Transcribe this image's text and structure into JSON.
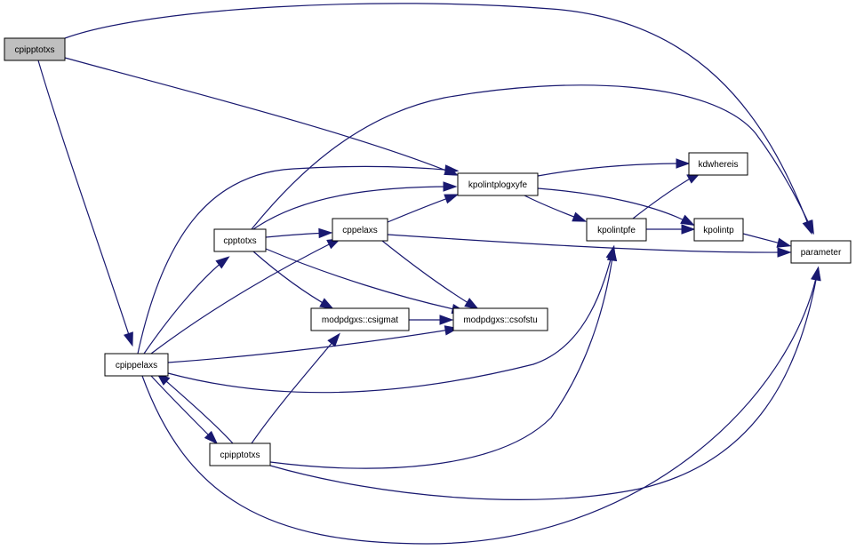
{
  "nodes": [
    {
      "id": "cpipptotxs_root",
      "label": "cpipptotxs",
      "root": true
    },
    {
      "id": "cpippelaxs",
      "label": "cpippelaxs"
    },
    {
      "id": "cpptotxs",
      "label": "cpptotxs"
    },
    {
      "id": "cppelaxs",
      "label": "cppelaxs"
    },
    {
      "id": "modpdgxs_csigmat",
      "label": "modpdgxs::csigmat"
    },
    {
      "id": "modpdgxs_csofstu",
      "label": "modpdgxs::csofstu"
    },
    {
      "id": "cpipptotxs",
      "label": "cpipptotxs"
    },
    {
      "id": "kpolintplogxyfe",
      "label": "kpolintplogxyfe"
    },
    {
      "id": "kpolintpfe",
      "label": "kpolintpfe"
    },
    {
      "id": "kdwhereis",
      "label": "kdwhereis"
    },
    {
      "id": "kpolintp",
      "label": "kpolintp"
    },
    {
      "id": "parameter",
      "label": "parameter"
    }
  ],
  "edges": [
    {
      "from": "cpipptotxs_root",
      "to": "parameter"
    },
    {
      "from": "cpipptotxs_root",
      "to": "kpolintplogxyfe"
    },
    {
      "from": "cpipptotxs_root",
      "to": "cpippelaxs"
    },
    {
      "from": "cpippelaxs",
      "to": "cpptotxs"
    },
    {
      "from": "cpippelaxs",
      "to": "cppelaxs"
    },
    {
      "from": "cpippelaxs",
      "to": "kpolintplogxyfe"
    },
    {
      "from": "cpippelaxs",
      "to": "modpdgxs_csofstu"
    },
    {
      "from": "cpippelaxs",
      "to": "kpolintpfe"
    },
    {
      "from": "cpippelaxs",
      "to": "cpipptotxs"
    },
    {
      "from": "cpippelaxs",
      "to": "parameter"
    },
    {
      "from": "cpipptotxs",
      "to": "cpippelaxs"
    },
    {
      "from": "cpipptotxs",
      "to": "modpdgxs_csigmat"
    },
    {
      "from": "cpipptotxs",
      "to": "kpolintpfe"
    },
    {
      "from": "cpipptotxs",
      "to": "parameter"
    },
    {
      "from": "cpptotxs",
      "to": "cppelaxs"
    },
    {
      "from": "cpptotxs",
      "to": "kpolintplogxyfe"
    },
    {
      "from": "cpptotxs",
      "to": "modpdgxs_csigmat"
    },
    {
      "from": "cpptotxs",
      "to": "modpdgxs_csofstu"
    },
    {
      "from": "cpptotxs",
      "to": "parameter"
    },
    {
      "from": "cppelaxs",
      "to": "kpolintplogxyfe"
    },
    {
      "from": "cppelaxs",
      "to": "modpdgxs_csofstu"
    },
    {
      "from": "cppelaxs",
      "to": "parameter"
    },
    {
      "from": "modpdgxs_csigmat",
      "to": "modpdgxs_csofstu"
    },
    {
      "from": "kpolintplogxyfe",
      "to": "kdwhereis"
    },
    {
      "from": "kpolintplogxyfe",
      "to": "kpolintpfe"
    },
    {
      "from": "kpolintplogxyfe",
      "to": "kpolintp"
    },
    {
      "from": "kpolintpfe",
      "to": "kdwhereis"
    },
    {
      "from": "kpolintpfe",
      "to": "kpolintp"
    },
    {
      "from": "kpolintp",
      "to": "parameter"
    }
  ],
  "colors": {
    "edge": "#191970",
    "root_fill": "#bfbfbf",
    "node_fill": "#ffffff",
    "node_border": "#000000"
  }
}
